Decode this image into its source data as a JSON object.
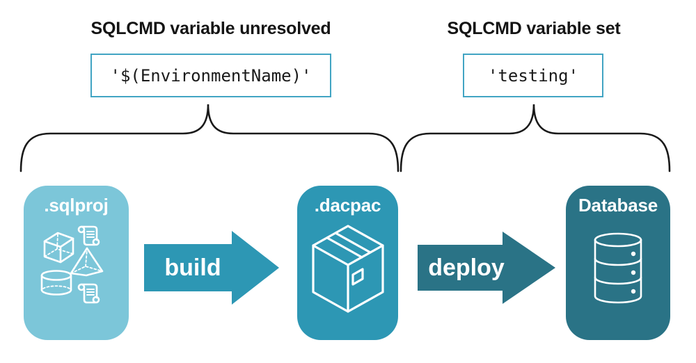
{
  "annotations": {
    "left": {
      "heading": "SQLCMD variable unresolved",
      "code": "'$(EnvironmentName)'"
    },
    "right": {
      "heading": "SQLCMD variable set",
      "code": "'testing'"
    }
  },
  "pipeline": {
    "nodes": [
      {
        "id": "sqlproj",
        "label": ".sqlproj",
        "color": "#7cc6d9",
        "icon": "sql-objects-icon"
      },
      {
        "id": "dacpac",
        "label": ".dacpac",
        "color": "#2d97b4",
        "icon": "package-icon"
      },
      {
        "id": "database",
        "label": "Database",
        "color": "#2a7386",
        "icon": "database-icon"
      }
    ],
    "arrows": [
      {
        "label": "build",
        "color": "#2d97b4"
      },
      {
        "label": "deploy",
        "color": "#2a7386"
      }
    ]
  },
  "colors": {
    "background": "#ffffff",
    "heading_text": "#141414",
    "code_text": "#1a1a1a",
    "code_box_border": "#41a4c3",
    "brace": "#1a1a1a",
    "icon": "#ffffff"
  }
}
